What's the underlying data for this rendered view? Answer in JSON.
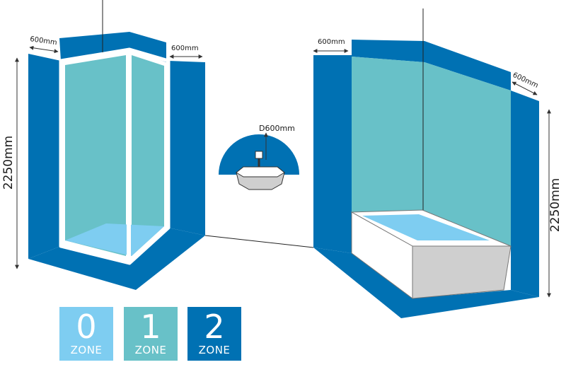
{
  "colors": {
    "zone0": "#7ecdf1",
    "zone1": "#68c1c8",
    "zone2": "#0071b3",
    "fixture": "#cfcfcf"
  },
  "shower": {
    "top_width_left": "600mm",
    "top_width_right": "600mm",
    "height": "2250mm"
  },
  "basin": {
    "radius_label": "D600mm"
  },
  "bath": {
    "top_width_left": "600mm",
    "top_width_right": "600mm",
    "height": "2250mm"
  },
  "legend": [
    {
      "number": "0",
      "label": "ZONE"
    },
    {
      "number": "1",
      "label": "ZONE"
    },
    {
      "number": "2",
      "label": "ZONE"
    }
  ]
}
